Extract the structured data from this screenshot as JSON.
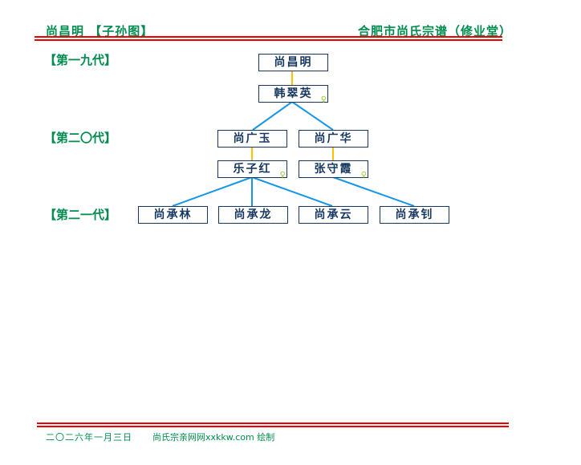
{
  "header": {
    "left_title": "尚昌明 【子孙图】",
    "right_title": "合肥市尚氏宗谱（修业堂）"
  },
  "generations": [
    {
      "label": "【第一九代】"
    },
    {
      "label": "【第二〇代】"
    },
    {
      "label": "【第二一代】"
    }
  ],
  "tree": {
    "nodes": [
      {
        "name": "尚昌明",
        "gender": ""
      },
      {
        "name": "韩翠英",
        "gender": "♀"
      },
      {
        "name": "尚广玉",
        "gender": ""
      },
      {
        "name": "尚广华",
        "gender": ""
      },
      {
        "name": "乐子红",
        "gender": "♀"
      },
      {
        "name": "张守霞",
        "gender": "♀"
      },
      {
        "name": "尚承林",
        "gender": ""
      },
      {
        "name": "尚承龙",
        "gender": ""
      },
      {
        "name": "尚承云",
        "gender": ""
      },
      {
        "name": "尚承钊",
        "gender": ""
      }
    ],
    "families": [
      {
        "husband": "尚昌明",
        "wife": "韩翠英",
        "children": [
          "尚广玉",
          "尚广华"
        ]
      },
      {
        "husband": "尚广玉",
        "wife": "乐子红",
        "children": [
          "尚承林",
          "尚承龙",
          "尚承云"
        ]
      },
      {
        "husband": "尚广华",
        "wife": "张守霞",
        "children": [
          "尚承钊"
        ]
      }
    ]
  },
  "footer": {
    "date": "二〇二六年一月三日",
    "credit": "尚氏宗亲网网xxkkw.com 绘制"
  },
  "colors": {
    "accent_green": "#008C4F",
    "rule_red": "#EE0000",
    "box_navy": "#17375E",
    "connector_blue": "#1796E8",
    "marriage_gold": "#FFC000",
    "gender_green": "#9ACD32"
  }
}
